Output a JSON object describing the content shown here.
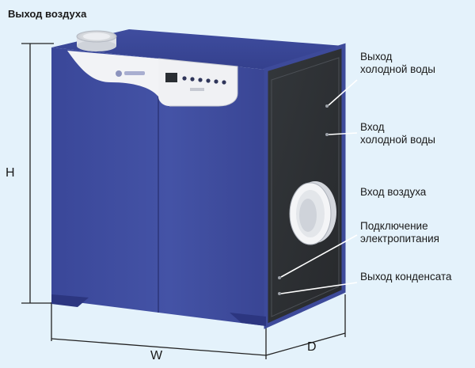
{
  "labels": {
    "air_outlet": "Выход воздуха",
    "cold_water_outlet": "Выход\nхолодной воды",
    "cold_water_inlet": "Вход\nхолодной воды",
    "air_inlet": "Вход воздуха",
    "power_connection": "Подключение\nэлектропитания",
    "condensate_outlet": "Выход конденсата"
  },
  "dimensions": {
    "height": "H",
    "width": "W",
    "depth": "D"
  },
  "colors": {
    "body_blue": "#3d4a9a",
    "body_blue_dark": "#2f3a83",
    "side_panel": "#2e3134",
    "front_panel_white": "#f3f4f7",
    "background": "#e4f2fb",
    "leader": "#ffffff"
  }
}
